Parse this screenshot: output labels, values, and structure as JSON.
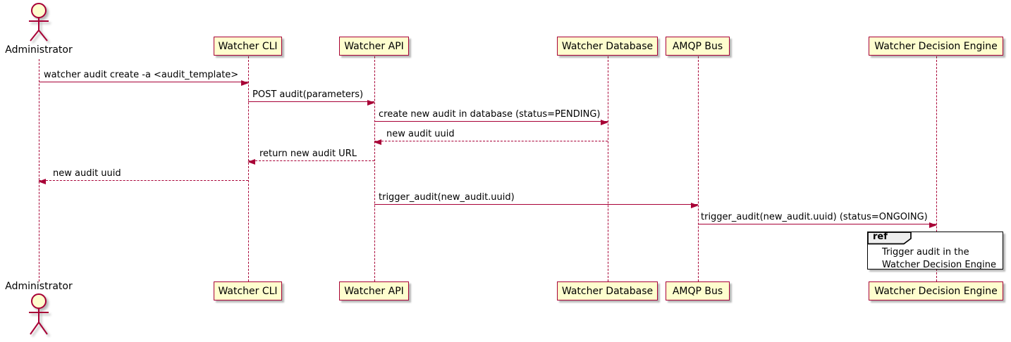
{
  "colors": {
    "participant_fill": "#FEFECE",
    "border": "#A80036",
    "arrow": "#A80036",
    "ref_tag_fill": "#EEEEEE",
    "ref_border": "#000000",
    "text": "#000000"
  },
  "actor": {
    "top_label": "Administrator",
    "bottom_label": "Administrator"
  },
  "participants": [
    {
      "name": "Watcher CLI"
    },
    {
      "name": "Watcher API"
    },
    {
      "name": "Watcher Database"
    },
    {
      "name": "AMQP Bus"
    },
    {
      "name": "Watcher Decision Engine"
    }
  ],
  "messages": [
    {
      "from": "Administrator",
      "to": "Watcher CLI",
      "text": "watcher audit create -a <audit_template>",
      "line": "solid",
      "direction": "right"
    },
    {
      "from": "Watcher CLI",
      "to": "Watcher API",
      "text": "POST audit(parameters)",
      "line": "solid",
      "direction": "right"
    },
    {
      "from": "Watcher API",
      "to": "Watcher Database",
      "text": "create new audit in database (status=PENDING)",
      "line": "solid",
      "direction": "right"
    },
    {
      "from": "Watcher Database",
      "to": "Watcher API",
      "text": "new audit uuid",
      "line": "dashed",
      "direction": "left"
    },
    {
      "from": "Watcher API",
      "to": "Watcher CLI",
      "text": "return new audit URL",
      "line": "dashed",
      "direction": "left"
    },
    {
      "from": "Watcher CLI",
      "to": "Administrator",
      "text": "new audit uuid",
      "line": "dashed",
      "direction": "left"
    },
    {
      "from": "Watcher API",
      "to": "AMQP Bus",
      "text": "trigger_audit(new_audit.uuid)",
      "line": "solid",
      "direction": "right"
    },
    {
      "from": "AMQP Bus",
      "to": "Watcher Decision Engine",
      "text": "trigger_audit(new_audit.uuid) (status=ONGOING)",
      "line": "solid",
      "direction": "right"
    }
  ],
  "ref": {
    "tag": "ref",
    "line1": "Trigger audit in the",
    "line2": "Watcher Decision Engine"
  }
}
